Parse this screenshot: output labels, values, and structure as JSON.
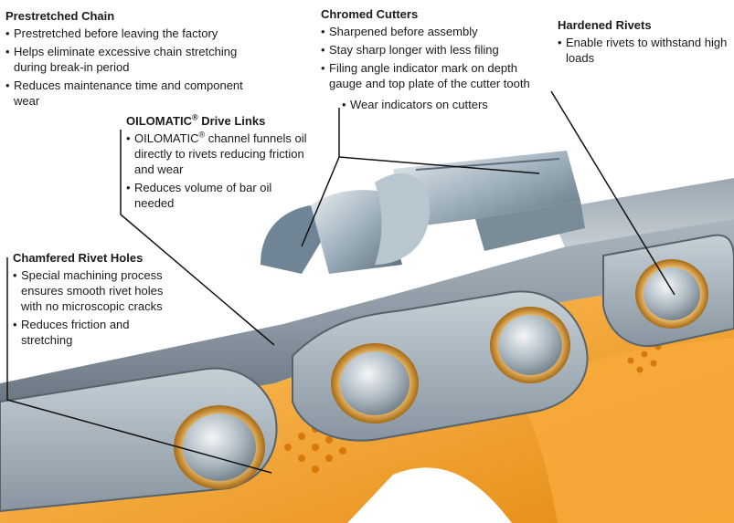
{
  "callouts": {
    "prestretched": {
      "title": "Prestretched Chain",
      "bullets": [
        "Prestretched before leaving the factory",
        "Helps eliminate excessive chain stretching during break-in period",
        "Reduces maintenance time and component wear"
      ]
    },
    "chromed": {
      "title": "Chromed Cutters",
      "bullets": [
        "Sharpened before assembly",
        "Stay sharp longer with less filing",
        "Filing angle indicator mark on depth gauge and top plate of the cutter tooth",
        "Wear indicators on cutters"
      ]
    },
    "rivets": {
      "title": "Hardened Rivets",
      "bullets": [
        "Enable rivets to withstand high loads"
      ]
    },
    "oilomatic": {
      "title_main": "OILOMATIC",
      "title_reg": "®",
      "title_rest": " Drive Links",
      "bullet1_main": "OILOMATIC",
      "bullet1_reg": "®",
      "bullet1_rest": " channel funnels oil directly to rivets reducing friction and wear",
      "bullet2": "Reduces volume of bar oil needed"
    },
    "chamfered": {
      "title": "Chamfered Rivet Holes",
      "bullets": [
        "Special machining process ensures smooth rivet holes with no microscopic cracks",
        "Reduces friction and stretching"
      ]
    }
  },
  "colors": {
    "text": "#1a1a1a",
    "steel_light": "#c3ccd3",
    "steel_dark": "#6e7b86",
    "orange": "#f29a1c",
    "bronze": "#c98a2e",
    "leader": "#111111"
  }
}
